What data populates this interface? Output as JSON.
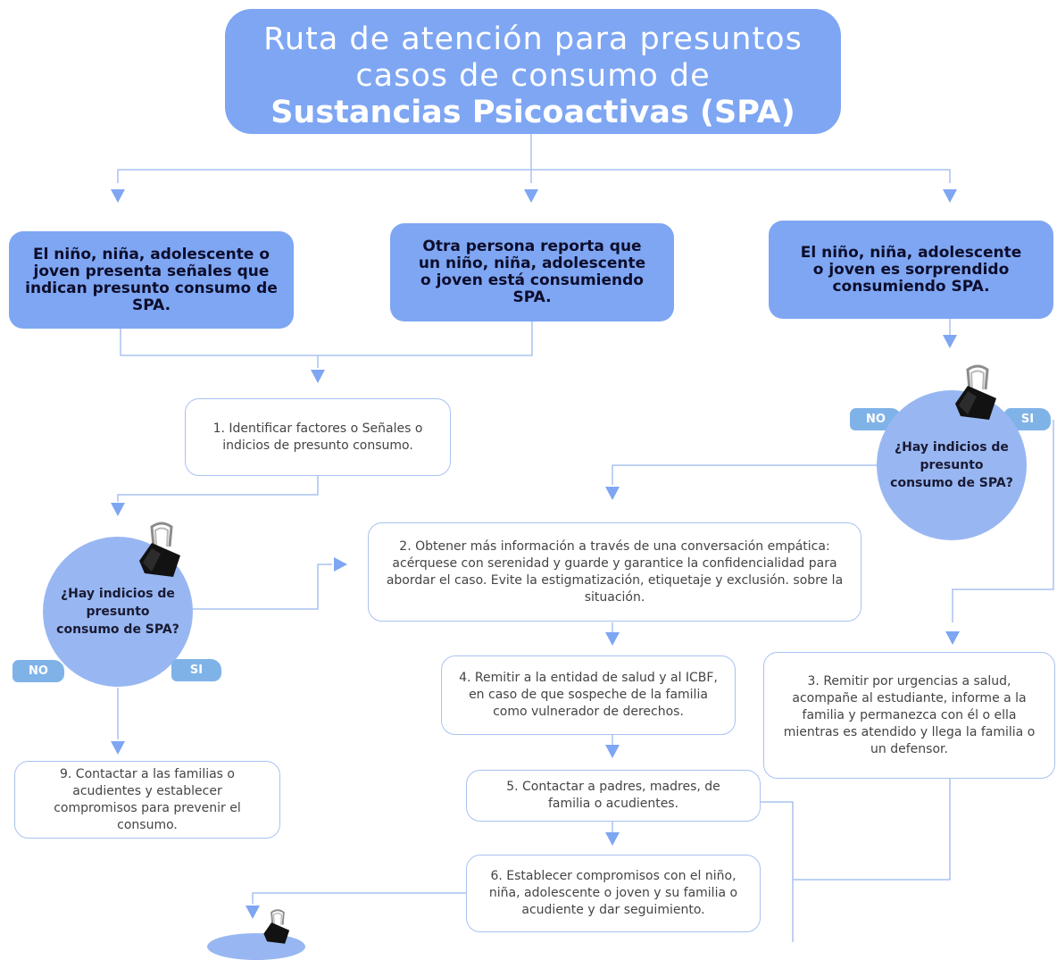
{
  "title": {
    "line1": "Ruta de atención para presuntos",
    "line2": "casos de consumo de",
    "line3": "Sustancias Psicoactivas (SPA)"
  },
  "scenarios": {
    "signals": "El niño, niña, adolescente o joven presenta señales que indican presunto consumo de SPA.",
    "reported": "Otra persona reporta que un niño, niña, adolescente o joven está consumiendo SPA.",
    "caught": "El niño, niña, adolescente o joven es sorprendido consumiendo SPA."
  },
  "decisions": {
    "right": "¿Hay indicios de presunto consumo de SPA?",
    "left": "¿Hay indicios de presunto consumo de SPA?"
  },
  "labels": {
    "no": "NO",
    "si": "SI"
  },
  "steps": {
    "s1": "1. Identificar factores o Señales o indicios de presunto consumo.",
    "s2": "2. Obtener más información a través de una conversación empática: acérquese con serenidad y guarde y garantice la confidencialidad para abordar el caso. Evite la estigmatización, etiquetaje y exclusión. sobre la situación.",
    "s3": "3. Remitir por urgencias a salud, acompañe al estudiante, informe a la familia y permanezca con él o ella mientras es atendido y llega la familia o un defensor.",
    "s4": "4. Remitir a la entidad de salud y al ICBF, en caso de que sospeche de la familia como vulnerador de derechos.",
    "s5": "5. Contactar a padres, madres, de familia o acudientes.",
    "s6": "6. Establecer compromisos con el niño, niña, adolescente o joven y su familia o acudiente y dar seguimiento.",
    "s9": "9. Contactar a las familias o acudientes y establecer compromisos para prevenir el consumo."
  },
  "colors": {
    "primary": "#7ea6f3",
    "circle": "#98b7f2",
    "tag": "#7fb3e8",
    "line": "#a9c2f1",
    "arrow": "#7ea6f3"
  },
  "icons": [
    "binder-clip-icon"
  ]
}
